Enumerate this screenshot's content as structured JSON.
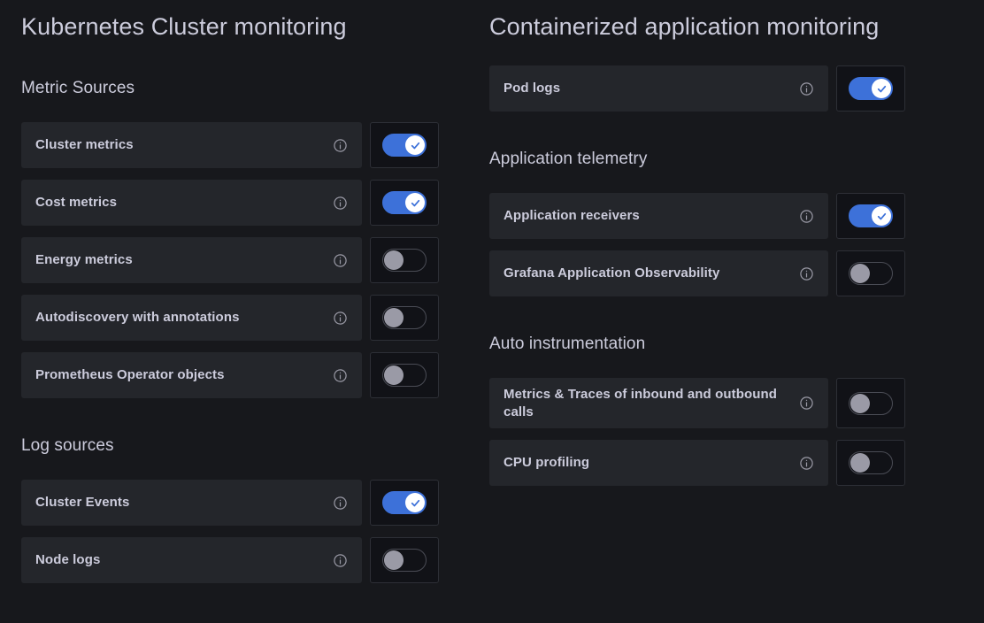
{
  "theme": {
    "page_bg": "#17181c",
    "row_bg": "#24262b",
    "toggle_box_bg": "#111217",
    "toggle_box_border": "#2d2f36",
    "accent_on": "#3d71d9",
    "knob_off": "#9a9aa6",
    "text": "#ccccdc"
  },
  "icons": {
    "info": "info-circle-icon",
    "check": "check-icon"
  },
  "left_column": {
    "title": "Kubernetes Cluster monitoring",
    "sections": [
      {
        "title": "Metric Sources",
        "rows": [
          {
            "label": "Cluster metrics",
            "state": "on",
            "state_label": "Enabled"
          },
          {
            "label": "Cost metrics",
            "state": "on",
            "state_label": "Enabled"
          },
          {
            "label": "Energy metrics",
            "state": "off",
            "state_label": "Disabled"
          },
          {
            "label": "Autodiscovery with annotations",
            "state": "off",
            "state_label": "Disabled"
          },
          {
            "label": "Prometheus Operator objects",
            "state": "off",
            "state_label": "Disabled"
          }
        ]
      },
      {
        "title": "Log sources",
        "rows": [
          {
            "label": "Cluster Events",
            "state": "on",
            "state_label": "Enabled"
          },
          {
            "label": "Node logs",
            "state": "off",
            "state_label": "Disabled"
          }
        ]
      }
    ]
  },
  "right_column": {
    "title": "Containerized application monitoring",
    "top_rows": [
      {
        "label": "Pod logs",
        "state": "on",
        "state_label": "Enabled"
      }
    ],
    "sections": [
      {
        "title": "Application telemetry",
        "rows": [
          {
            "label": "Application receivers",
            "state": "on",
            "state_label": "Enabled"
          },
          {
            "label": "Grafana Application Observability",
            "state": "off",
            "state_label": "Disabled"
          }
        ]
      },
      {
        "title": "Auto instrumentation",
        "rows": [
          {
            "label": "Metrics & Traces of inbound and outbound calls",
            "state": "off",
            "state_label": "Disabled",
            "tall": true
          },
          {
            "label": "CPU profiling",
            "state": "off",
            "state_label": "Disabled"
          }
        ]
      }
    ]
  }
}
